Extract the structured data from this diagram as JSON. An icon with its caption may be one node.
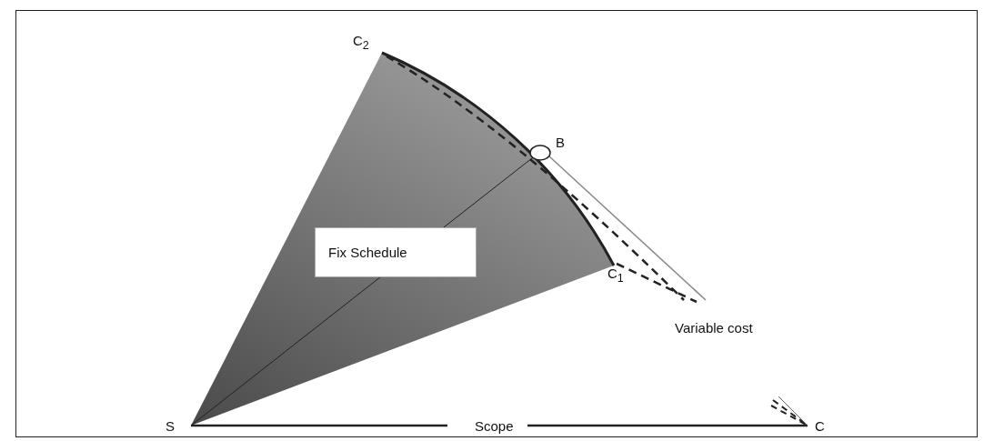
{
  "diagram": {
    "nodes": [
      {
        "text": [
          "Fix Schedule"
        ]
      }
    ],
    "labels": [
      "C$_{2}$",
      "B",
      "C$_{1}$",
      "Variable cost",
      "S",
      "Scope",
      "C"
    ]
  }
}
